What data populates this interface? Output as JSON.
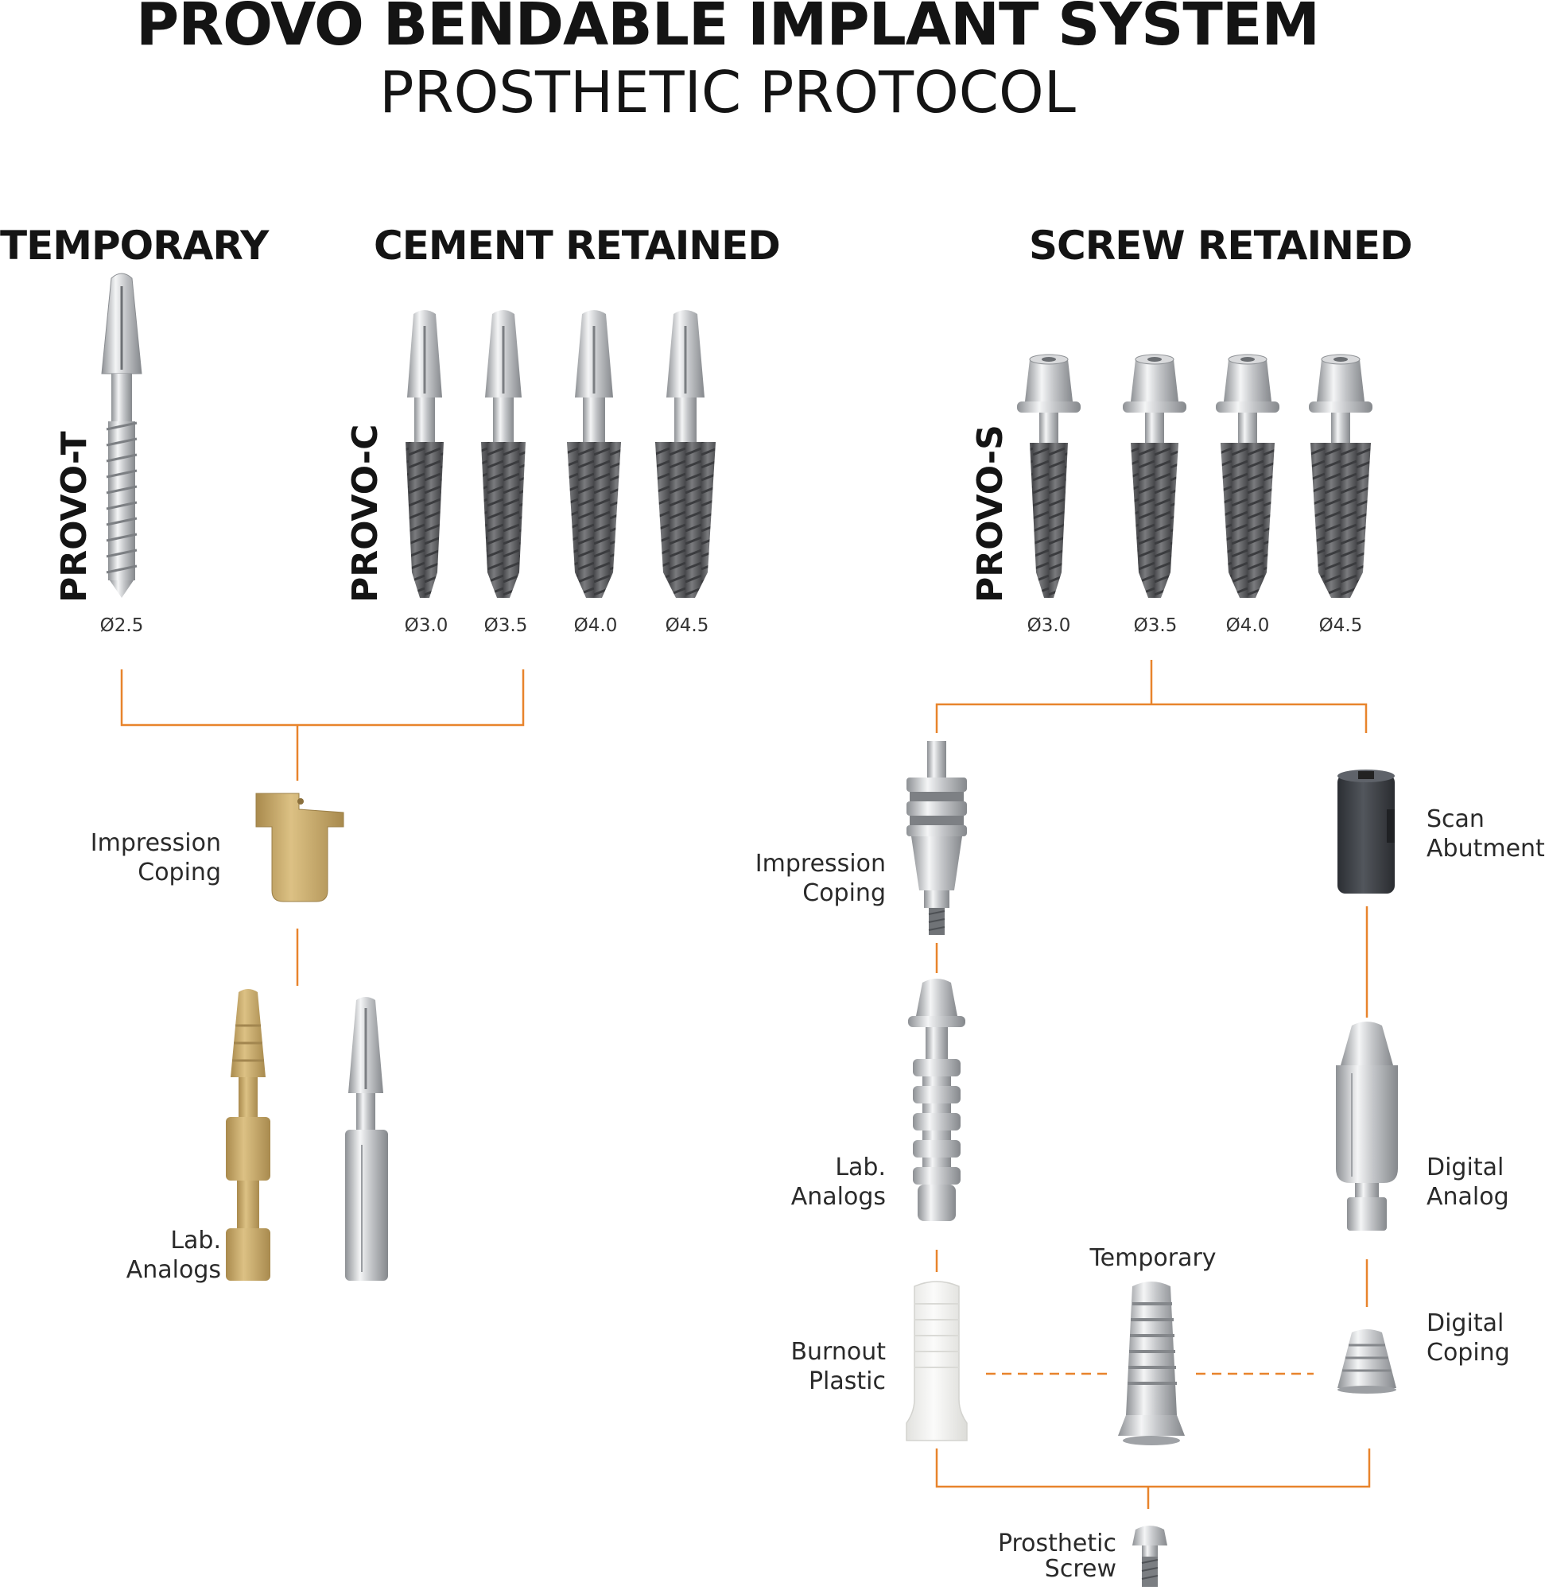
{
  "title": "PROVO BENDABLE IMPLANT SYSTEM",
  "subtitle": "PROSTHETIC PROTOCOL",
  "sections": {
    "temporary": "TEMPORARY",
    "cement": "CEMENT RETAINED",
    "screw": "SCREW RETAINED"
  },
  "products": {
    "provo_t": "PROVO-T",
    "provo_c": "PROVO-C",
    "provo_s": "PROVO-S"
  },
  "diameters": {
    "t": [
      "Ø2.5"
    ],
    "c": [
      "Ø3.0",
      "Ø3.5",
      "Ø4.0",
      "Ø4.5"
    ],
    "s": [
      "Ø3.0",
      "Ø3.5",
      "Ø4.0",
      "Ø4.5"
    ]
  },
  "labels": {
    "left_impression": [
      "Impression",
      "Coping"
    ],
    "left_analogs": [
      "Lab.",
      "Analogs"
    ],
    "right_impression": [
      "Impression",
      "Coping"
    ],
    "scan_abutment": [
      "Scan",
      "Abutment"
    ],
    "right_analogs": [
      "Lab.",
      "Analogs"
    ],
    "digital_analog": [
      "Digital",
      "Analog"
    ],
    "temporary": "Temporary",
    "burnout": [
      "Burnout",
      "Plastic"
    ],
    "digital_coping": [
      "Digital",
      "Coping"
    ],
    "prosthetic_screw": [
      "Prosthetic",
      "Screw"
    ]
  },
  "colors": {
    "connector": "#e8842c",
    "implant_dark": "#5f6063",
    "titanium": "#c9cbce",
    "gold": "#c9a865",
    "scan_black": "#3a3d42",
    "burnout_white": "#f1f1ef"
  }
}
